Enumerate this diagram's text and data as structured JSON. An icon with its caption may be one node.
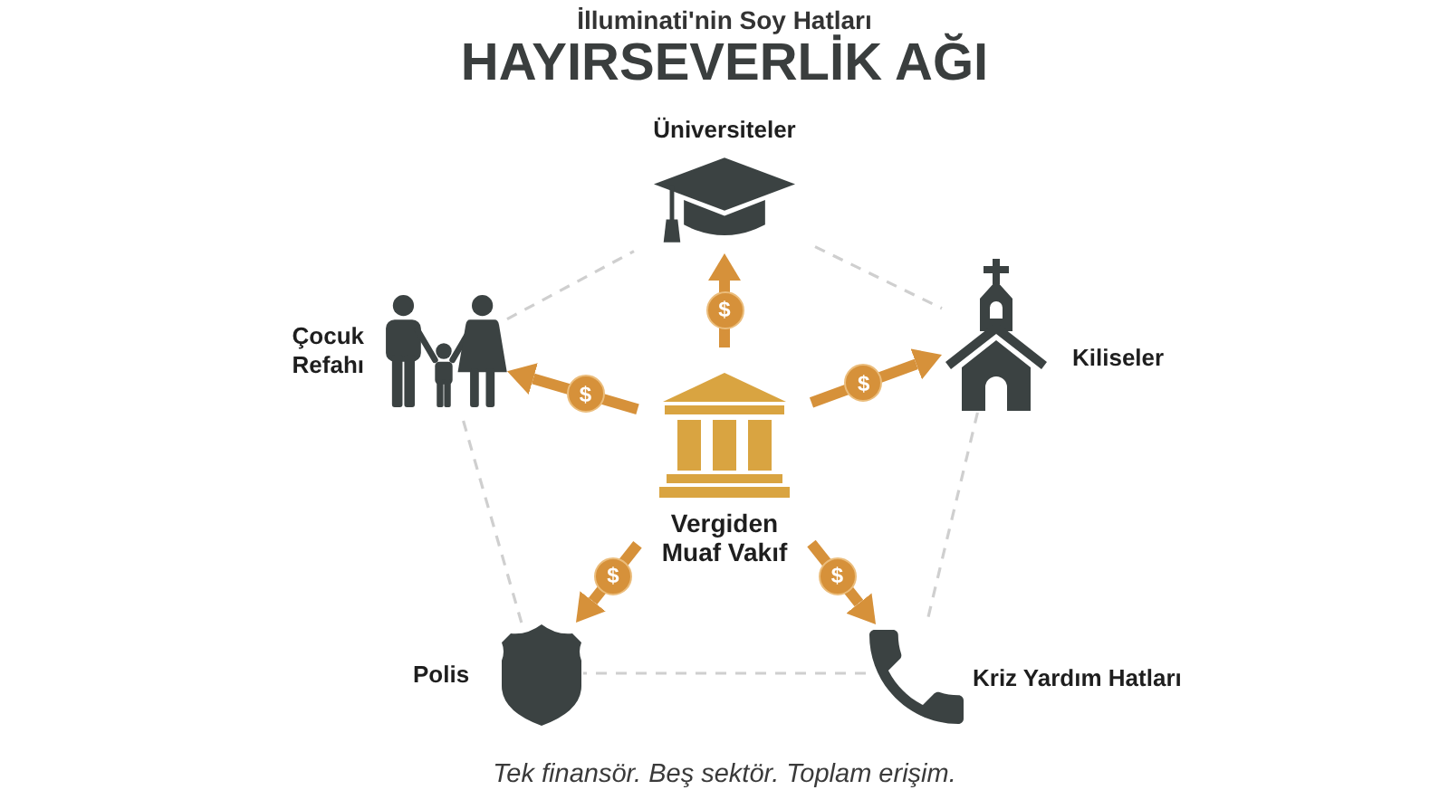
{
  "diagram": {
    "title": "HAYIRSEVERLİK AĞI",
    "caption": "Tek finansör. Beş sektör. Toplam erişim.",
    "nodes": [
      {
        "text": [
          "Vergiden Muaf Vakıf"
        ]
      },
      {
        "text": [
          "Üniversiteler"
        ]
      },
      {
        "text": [
          "Kiliseler"
        ]
      },
      {
        "text": [
          "Kriz Yardım Hatları"
        ]
      },
      {
        "text": [
          "Polis"
        ]
      },
      {
        "text": [
          "Çocuk Refahı"
        ]
      }
    ],
    "edges": [
      {
        "from": 0,
        "to": 1,
        "arrow": "to",
        "label": "$",
        "style": "thick",
        "color": "#d6913a"
      },
      {
        "from": 0,
        "to": 2,
        "arrow": "to",
        "label": "$",
        "style": "thick",
        "color": "#d6913a"
      },
      {
        "from": 0,
        "to": 3,
        "arrow": "to",
        "label": "$",
        "style": "thick",
        "color": "#d6913a"
      },
      {
        "from": 0,
        "to": 4,
        "arrow": "to",
        "label": "$",
        "style": "thick",
        "color": "#d6913a"
      },
      {
        "from": 0,
        "to": 5,
        "arrow": "to",
        "label": "$",
        "style": "thick",
        "color": "#d6913a"
      },
      {
        "from": 1,
        "to": 2,
        "arrow": "none",
        "style": "dashed",
        "color": "#cfcfcf"
      },
      {
        "from": 2,
        "to": 3,
        "arrow": "none",
        "style": "dashed",
        "color": "#cfcfcf"
      },
      {
        "from": 3,
        "to": 4,
        "arrow": "none",
        "style": "dashed",
        "color": "#cfcfcf"
      },
      {
        "from": 4,
        "to": 5,
        "arrow": "none",
        "style": "dashed",
        "color": "#cfcfcf"
      },
      {
        "from": 5,
        "to": 1,
        "arrow": "none",
        "style": "dashed",
        "color": "#cfcfcf"
      }
    ],
    "labels": [
      "İlluminati'nin Soy Hatları"
    ]
  }
}
